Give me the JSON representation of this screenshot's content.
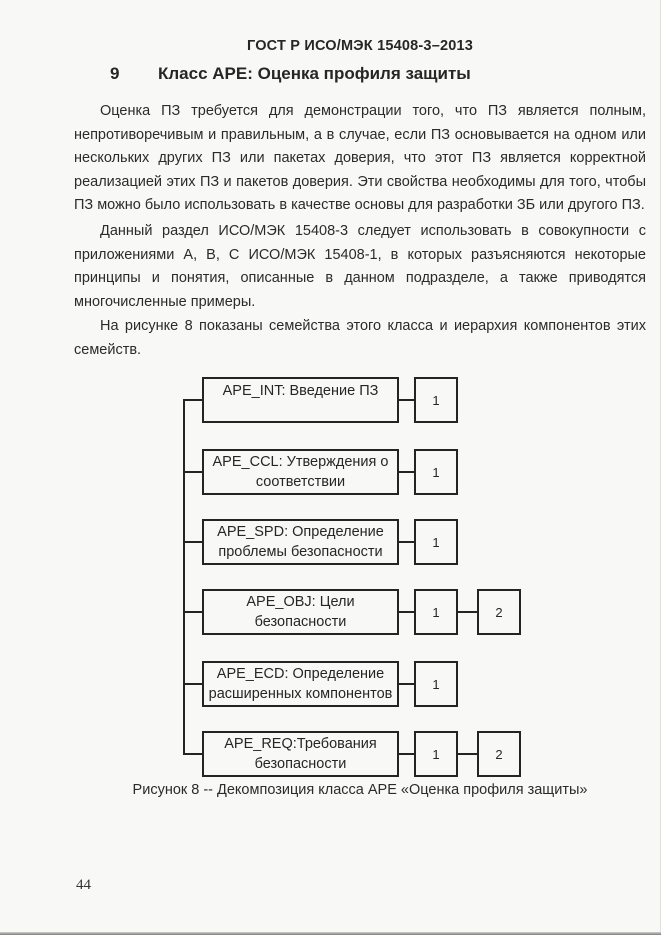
{
  "page": {
    "running_header": "ГОСТ Р ИСО/МЭК 15408-3–2013",
    "page_number": "44"
  },
  "section": {
    "number": "9",
    "title": "Класс APE: Оценка профиля защиты"
  },
  "paragraphs": [
    "Оценка ПЗ требуется для демонстрации того, что ПЗ является полным, непротиворечивым и правильным, а в случае, если ПЗ основывается на одном или нескольких других ПЗ или пакетах доверия, что этот ПЗ является корректной реализацией этих ПЗ и пакетов доверия. Эти свойства необходимы для того, чтобы ПЗ можно было использовать в качестве основы для разработки ЗБ или другого ПЗ.",
    "Данный раздел ИСО/МЭК 15408-3 следует использовать в совокупности с приложениями A, B, C ИСО/МЭК 15408-1, в которых разъясняются некоторые принципы и понятия, описанные в данном подразделе, а также приводятся многочисленные примеры.",
    "На рисунке 8 показаны семейства этого класса и иерархия компонентов этих семейств."
  ],
  "figure": {
    "caption": "Рисунок 8 -- Декомпозиция класса APE «Оценка профиля защиты»",
    "families": [
      {
        "id": "APE_INT",
        "lines": [
          "APE_INT: Введение ПЗ"
        ],
        "components": [
          "1"
        ]
      },
      {
        "id": "APE_CCL",
        "lines": [
          "APE_CCL: Утверждения о",
          "соответствии"
        ],
        "components": [
          "1"
        ]
      },
      {
        "id": "APE_SPD",
        "lines": [
          "APE_SPD: Определение",
          "проблемы безопасности"
        ],
        "components": [
          "1"
        ]
      },
      {
        "id": "APE_OBJ",
        "lines": [
          "APE_OBJ: Цели безопасности"
        ],
        "components": [
          "1",
          "2"
        ]
      },
      {
        "id": "APE_ECD",
        "lines": [
          "APE_ECD: Определение",
          "расширенных компонентов"
        ],
        "components": [
          "1"
        ]
      },
      {
        "id": "APE_REQ",
        "lines": [
          "APE_REQ:Требования",
          "безопасности"
        ],
        "components": [
          "1",
          "2"
        ]
      }
    ]
  },
  "colors": {
    "background": "#f8f8f6",
    "text": "#2b2b2b",
    "line": "#242424"
  }
}
